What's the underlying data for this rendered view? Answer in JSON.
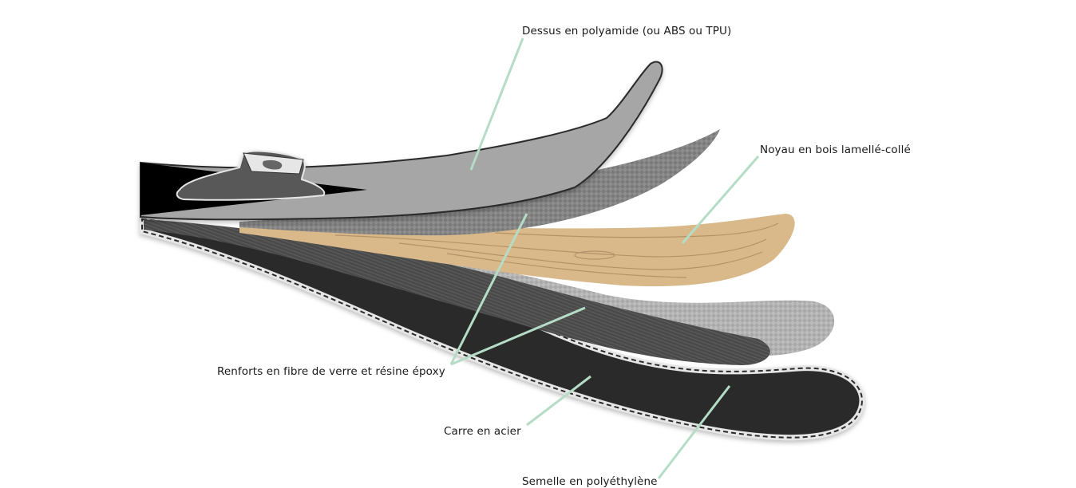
{
  "labels": {
    "topsheet": "Dessus en polyamide (ou ABS ou TPU)",
    "core": "Noyau en bois lamellé-collé",
    "reinforcement": "Renforts en fibre de verre et résine époxy",
    "edge": "Carre en acier",
    "base": "Semelle en polyéthylène"
  },
  "colors": {
    "leader_line": "#b5dcc7",
    "topsheet": "#a6a6a6",
    "wood_core": "#d9b98a",
    "base": "#2a2a2a",
    "fiberglass": "#8c8c8c"
  }
}
